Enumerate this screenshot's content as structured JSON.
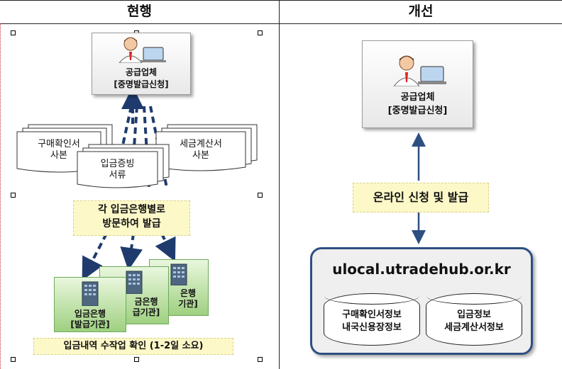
{
  "headers": {
    "left": "현행",
    "right": "개선"
  },
  "left": {
    "supplier": {
      "line1": "공급업체",
      "line2": "[중명발급신청]"
    },
    "docs": {
      "purchase": {
        "line1": "구매확인서",
        "line2": "사본"
      },
      "deposit": {
        "line1": "입금증빙",
        "line2": "서류"
      },
      "tax": {
        "line1": "세금계산서",
        "line2": "사본"
      }
    },
    "visit_note": {
      "line1": "각 입금은행별로",
      "line2": "방문하여 발급"
    },
    "banks": [
      {
        "line1": "입금은행",
        "line2": "[발급기관]"
      },
      {
        "line1": "금은행",
        "line2": "급기관]"
      },
      {
        "line1": "은행",
        "line2": "기관]"
      }
    ],
    "footer": "입금내역 수작업 확인 (1-2일 소요)"
  },
  "right": {
    "supplier": {
      "line1": "공급업체",
      "line2": "[중명발급신청]"
    },
    "online": "온라인 신청 및 발급",
    "server": {
      "domain": "ulocal.utradehub.or.kr",
      "db1": {
        "line1": "구매확인서정보",
        "line2": "내국신용장정보"
      },
      "db2": {
        "line1": "입금정보",
        "line2": "세금계산서정보"
      }
    }
  },
  "colors": {
    "dashed_arrow": "#1f3b6e",
    "solid_arrow": "#2e4f82",
    "note_bg": "#fdf8c8",
    "bank_green": "#9fd080"
  },
  "icons": [
    "person-with-laptop-icon",
    "building-icon"
  ]
}
